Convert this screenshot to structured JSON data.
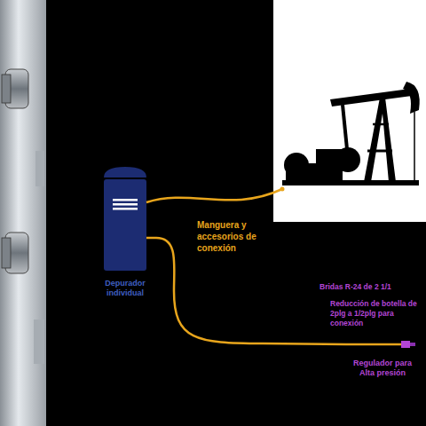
{
  "diagram": {
    "nodes": [
      {
        "text": [
          "Depurador individual"
        ]
      },
      {
        "text": [
          "Regulador para Alta presión"
        ]
      }
    ],
    "edges": [
      {
        "from": 0,
        "to": 1,
        "arrow": "none"
      }
    ],
    "labels": [
      "Manguera y accesorios de conexión",
      "Bridas R-24 de 2 1/1",
      "Reducción de botella de 2plg a 1/2plg para conexión"
    ]
  }
}
